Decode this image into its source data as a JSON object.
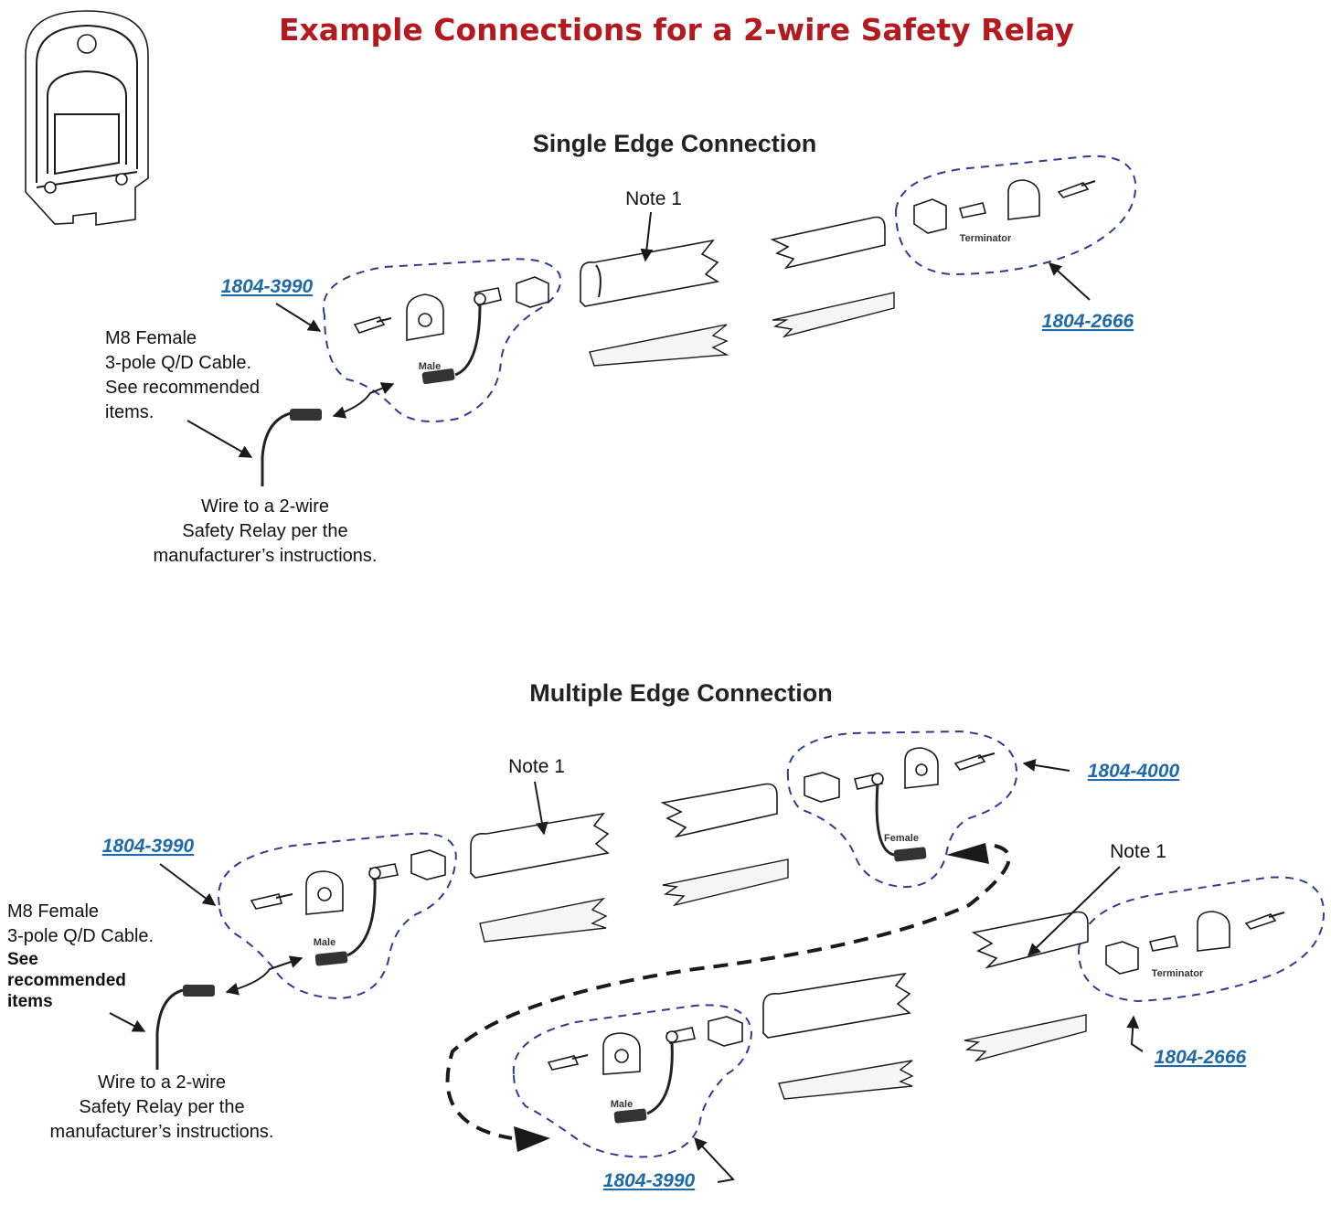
{
  "title": "Example Connections for a 2-wire Safety Relay",
  "single": {
    "heading": "Single Edge Connection",
    "note": "Note 1",
    "kit_left": "1804-3990",
    "kit_right": "1804-2666",
    "male_label": "Male",
    "terminator_label": "Terminator",
    "cable_lines": [
      "M8 Female",
      "3-pole Q/D Cable.",
      "See recommended",
      "items."
    ],
    "wire_lines": [
      "Wire to a 2-wire",
      "Safety Relay per the",
      "manufacturer’s instructions."
    ]
  },
  "multiple": {
    "heading": "Multiple Edge Connection",
    "note_a": "Note 1",
    "note_b": "Note 1",
    "kit_left": "1804-3990",
    "kit_top": "1804-4000",
    "kit_right": "1804-2666",
    "kit_bottom": "1804-3990",
    "male_label_a": "Male",
    "male_label_b": "Male",
    "female_label": "Female",
    "terminator_label": "Terminator",
    "cable_lines": [
      "M8 Female",
      "3-pole Q/D Cable."
    ],
    "cable_bold_lines": [
      "See",
      "recommended",
      "items"
    ],
    "wire_lines": [
      "Wire to a 2-wire",
      "Safety Relay per the",
      "manufacturer’s instructions."
    ]
  }
}
